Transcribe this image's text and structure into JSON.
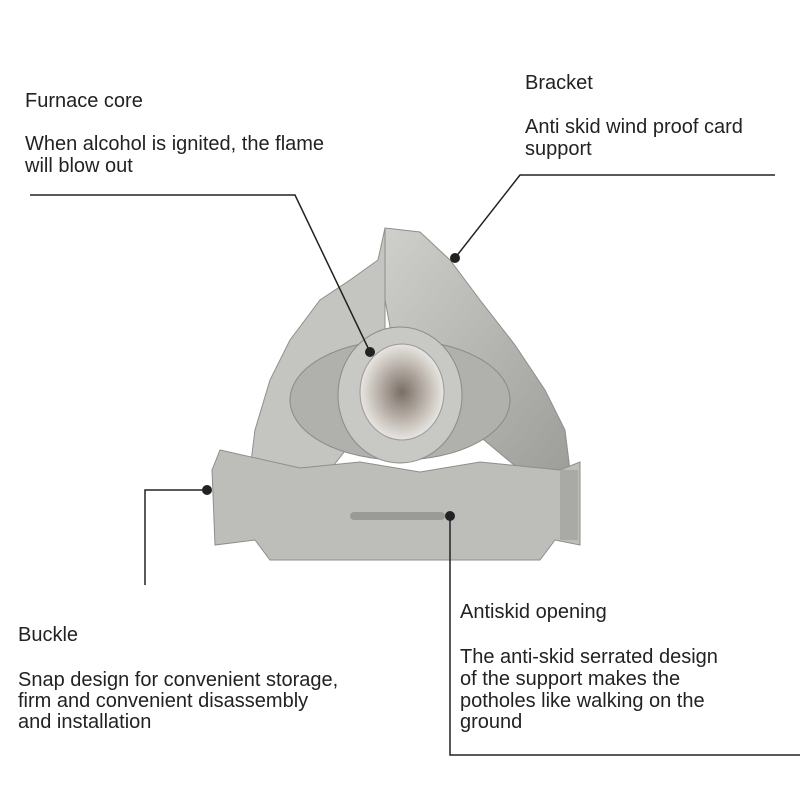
{
  "callouts": {
    "furnace": {
      "title": "Furnace core",
      "lines": [
        "When alcohol is ignited, the flame",
        "will blow out"
      ]
    },
    "bracket": {
      "title": "Bracket",
      "lines": [
        "Anti skid wind proof card",
        "support"
      ]
    },
    "buckle": {
      "title": "Buckle",
      "lines": [
        "Snap design for convenient storage,",
        "firm and convenient disassembly",
        "and installation"
      ]
    },
    "antiskid": {
      "title": "Antiskid opening",
      "lines": [
        "The anti-skid serrated design",
        "of the support makes the",
        "potholes like walking on the",
        "ground"
      ]
    }
  },
  "colors": {
    "metal": "#b9b9b6",
    "metal_dark": "#8e8e8a",
    "line": "#222222"
  }
}
